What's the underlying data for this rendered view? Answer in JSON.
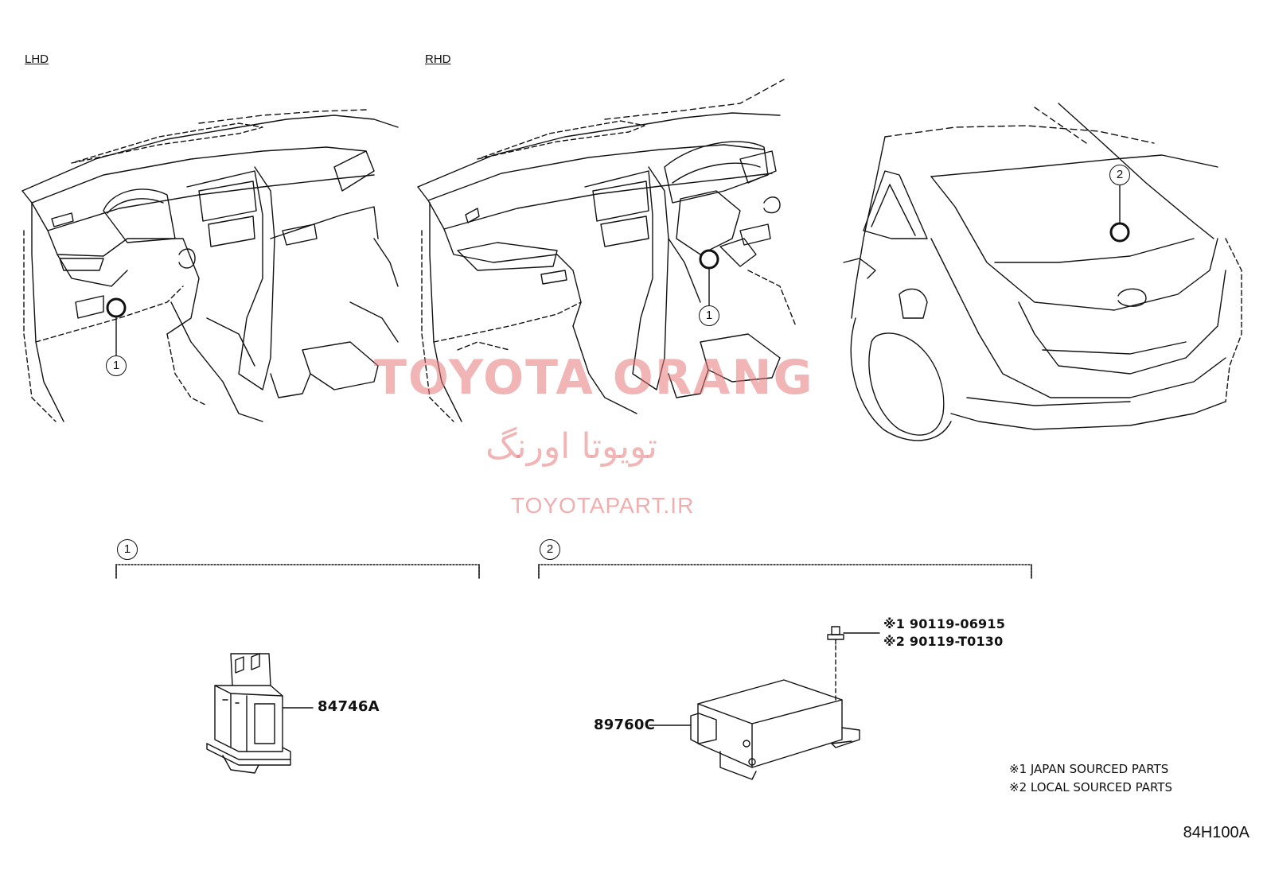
{
  "views": {
    "lhd_label": "LHD",
    "rhd_label": "RHD"
  },
  "callouts": {
    "c1": "1",
    "c2": "2"
  },
  "parts": {
    "switch": "84746A",
    "computer": "89760C",
    "bolt_line1": "※1 90119-06915",
    "bolt_line2": "※2 90119-T0130"
  },
  "notes": {
    "line1": "※1 JAPAN SOURCED PARTS",
    "line2": "※2 LOCAL SOURCED PARTS"
  },
  "watermark": {
    "brand": "TOYOTA ORANG",
    "persian": "تویوتا اورنگ",
    "site": "TOYOTAPART.IR"
  },
  "illustration_code": "84H100A",
  "colors": {
    "line": "#111111",
    "watermark": "#e77878"
  }
}
